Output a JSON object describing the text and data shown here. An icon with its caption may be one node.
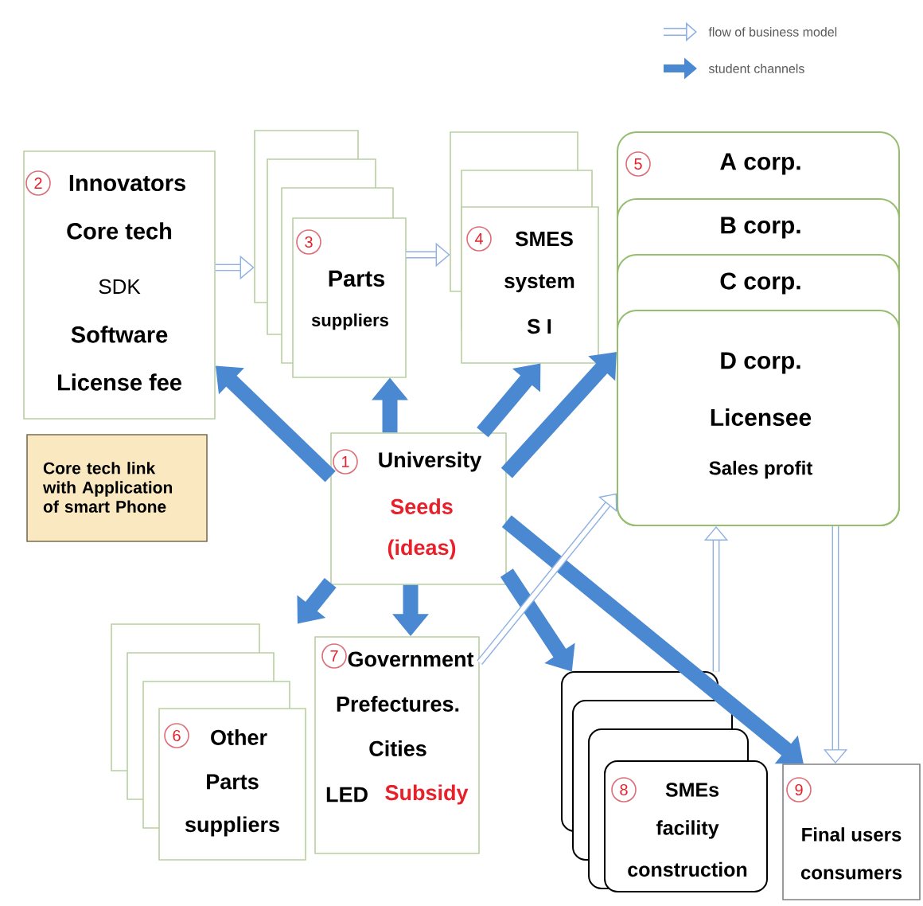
{
  "diagram": {
    "nodes": [
      {
        "text": [
          "2",
          "Innovators",
          "Core tech",
          "SDK",
          "Software",
          "License fee"
        ]
      },
      {
        "text": [
          "Core tech link with Application of smart Phone"
        ]
      },
      {
        "text": [
          "3",
          "Parts",
          "suppliers"
        ]
      },
      {
        "text": [
          "4",
          "SMES",
          "system",
          "S I"
        ]
      },
      {
        "text": [
          "5",
          "A corp."
        ]
      },
      {
        "text": [
          "B corp."
        ],
        "in": 4
      },
      {
        "text": [
          "C corp."
        ],
        "in": 5
      },
      {
        "text": [
          "D corp.",
          "Licensee",
          "Sales profit"
        ],
        "in": 6
      },
      {
        "text": [
          "1",
          "University",
          "Seeds",
          "(ideas)"
        ]
      },
      {
        "text": [
          "6",
          "Other",
          "Parts",
          "suppliers"
        ]
      },
      {
        "text": [
          "7",
          "Government",
          "Prefectures.",
          "Cities",
          "LED",
          "Subsidy"
        ]
      },
      {
        "text": [
          "8",
          "SMEs",
          "facility",
          "construction"
        ]
      },
      {
        "text": [
          "9",
          "Final users",
          "consumers"
        ]
      }
    ],
    "edges": [
      {
        "from": 8,
        "to": 0,
        "arrow": "to"
      },
      {
        "from": 8,
        "to": 2,
        "arrow": "to"
      },
      {
        "from": 8,
        "to": 3,
        "arrow": "to"
      },
      {
        "from": 8,
        "to": 7,
        "arrow": "to"
      },
      {
        "from": 8,
        "to": 9,
        "arrow": "to"
      },
      {
        "from": 8,
        "to": 10,
        "arrow": "to"
      },
      {
        "from": 8,
        "to": 11,
        "arrow": "to"
      },
      {
        "from": 8,
        "to": 12,
        "arrow": "to"
      },
      {
        "from": 0,
        "to": 2,
        "arrow": "to",
        "color": "#8fb0e2"
      },
      {
        "from": 2,
        "to": 3,
        "arrow": "to",
        "color": "#8fb0e2"
      },
      {
        "from": 10,
        "to": 7,
        "arrow": "to",
        "color": "#8fb0e2"
      },
      {
        "from": 11,
        "to": 7,
        "arrow": "to",
        "color": "#8fb0e2"
      },
      {
        "from": 7,
        "to": 12,
        "arrow": "to",
        "color": "#8fb0e2"
      }
    ],
    "legend": [
      {
        "text": "flow of business model"
      },
      {
        "text": "student channels"
      }
    ]
  }
}
